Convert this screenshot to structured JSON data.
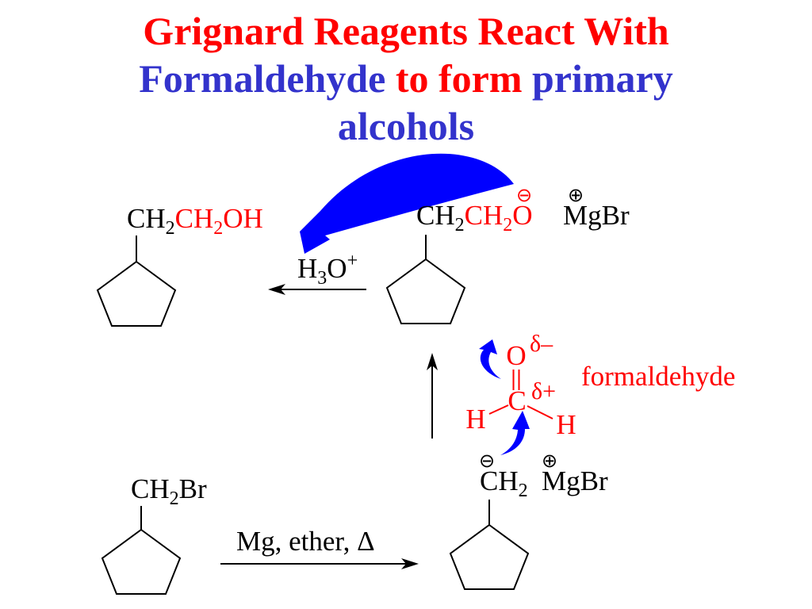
{
  "colors": {
    "red": "#ff0000",
    "blue": "#3333cc",
    "arrow_blue": "#0000ff",
    "black": "#000000"
  },
  "title": {
    "line1": "Grignard Reagents React With",
    "line2_part1": "Formaldehyde",
    "line2_part2": "to form",
    "line2_part3": "primary",
    "line3": "alcohols"
  },
  "scheme": {
    "alkyl_bromide": {
      "ch": "CH",
      "sub": "2",
      "br": "Br"
    },
    "step1_reagents": "Mg, ether, Δ",
    "grignard_reagent": {
      "neg_charge": "⊖",
      "ch": "CH",
      "sub": "2",
      "pos_charge": "⊕",
      "mgbr": "MgBr"
    },
    "formaldehyde": {
      "o": "O",
      "o_partial_charge": "δ–",
      "c": "C",
      "c_partial_charge": "δ+",
      "h_left": "H",
      "h_right": "H",
      "label": "formaldehyde"
    },
    "alkoxide": {
      "ch1": "CH",
      "sub1": "2",
      "ch2": "CH",
      "sub2": "2",
      "o": "O",
      "neg_charge": "⊖",
      "pos_charge": "⊕",
      "mgbr": "MgBr"
    },
    "workup_reagent": {
      "h": "H",
      "sub": "3",
      "o": "O",
      "sup": "+"
    },
    "alcohol_product": {
      "ch1": "CH",
      "sub1": "2",
      "ch2": "CH",
      "sub2": "2",
      "oh": "OH"
    }
  }
}
